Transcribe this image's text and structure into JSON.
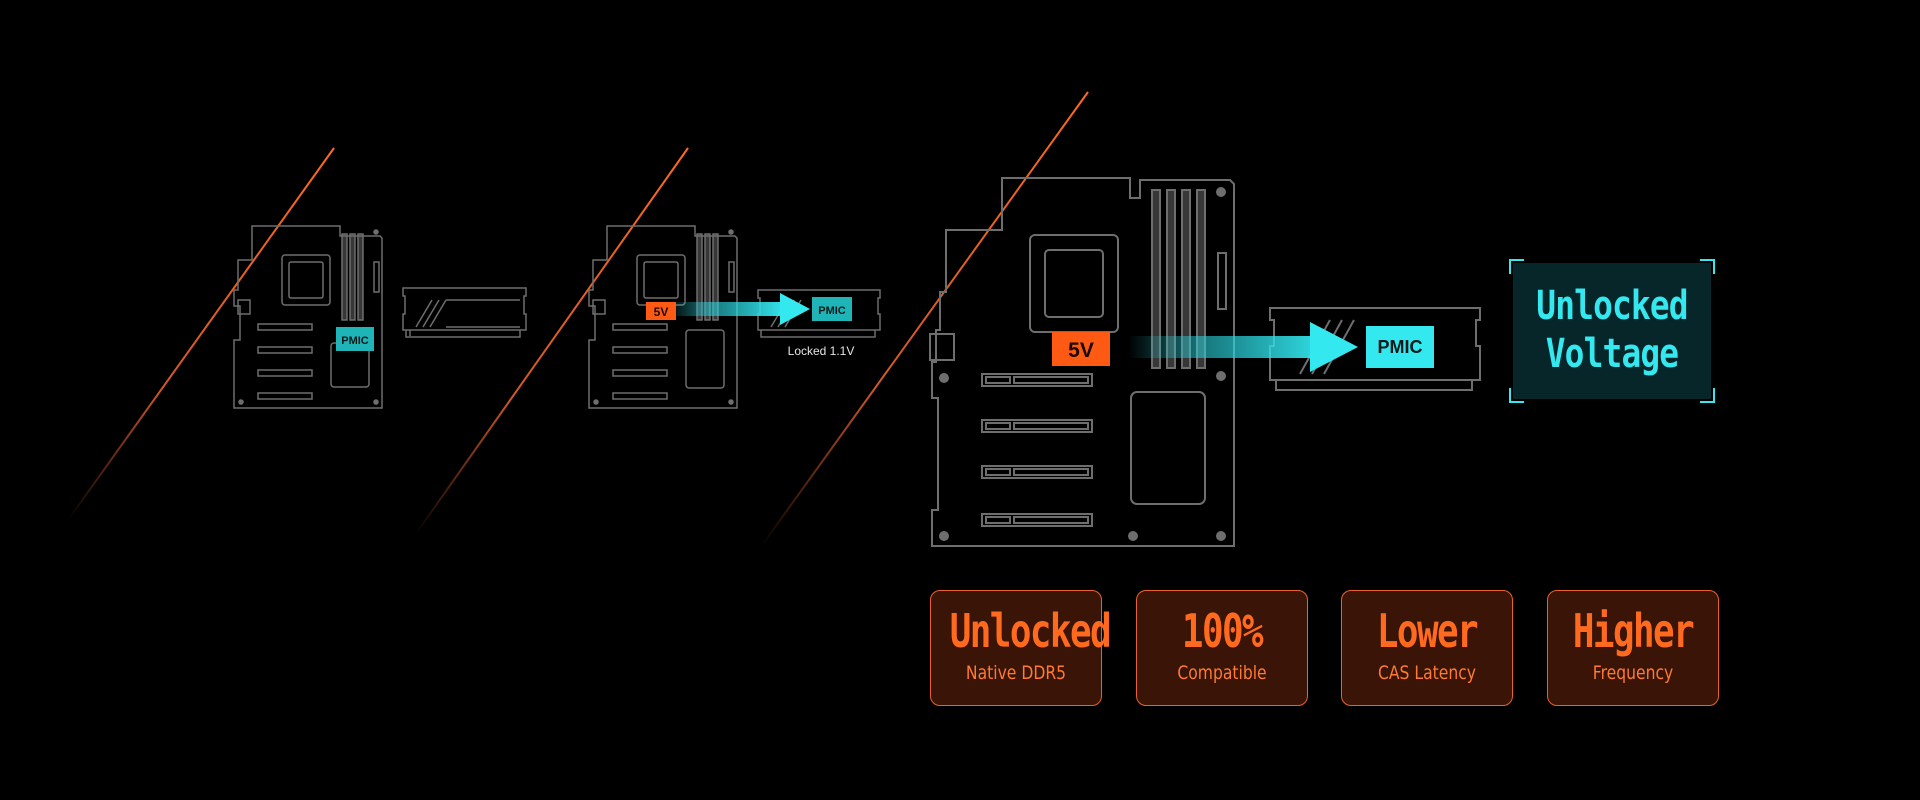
{
  "stage1": {},
  "stage2": {
    "voltage_label": "5V",
    "pmic_label": "PMIC",
    "caption": "Locked 1.1V"
  },
  "stage1_pmic_label": "PMIC",
  "stage3": {
    "voltage_label": "5V",
    "pmic_label": "PMIC"
  },
  "headline": {
    "line1": "Unlocked",
    "line2": "Voltage"
  },
  "features": [
    {
      "title": "Unlocked",
      "subtitle": "Native DDR5"
    },
    {
      "title": "100%",
      "subtitle": "Compatible"
    },
    {
      "title": "Lower",
      "subtitle": "CAS Latency"
    },
    {
      "title": "Higher",
      "subtitle": "Frequency"
    }
  ],
  "colors": {
    "background": "#000000",
    "accent_orange": "#ff6a1f",
    "accent_cyan": "#34e8f0",
    "outline_gray": "#6e6e6e"
  },
  "icons": [
    "motherboard-icon",
    "memory-module-icon",
    "arrow-right-icon",
    "corner-bracket-icon"
  ]
}
